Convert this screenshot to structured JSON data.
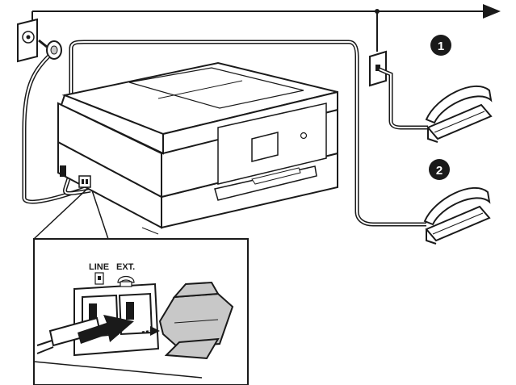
{
  "callouts": {
    "phone_1": "1",
    "phone_2": "2"
  },
  "inset": {
    "line_label": "LINE",
    "ext_label": "EXT."
  },
  "icons": [
    "wall-jack-icon",
    "telephone-icon",
    "arrow-right-icon",
    "printer-icon",
    "phone-jack-icon",
    "plug-icon"
  ],
  "colors": {
    "line": "#1a1a1a",
    "device_fill": "#ffffff",
    "plug_fill": "#c8c8c8",
    "badge_fill": "#1a1a1a"
  }
}
